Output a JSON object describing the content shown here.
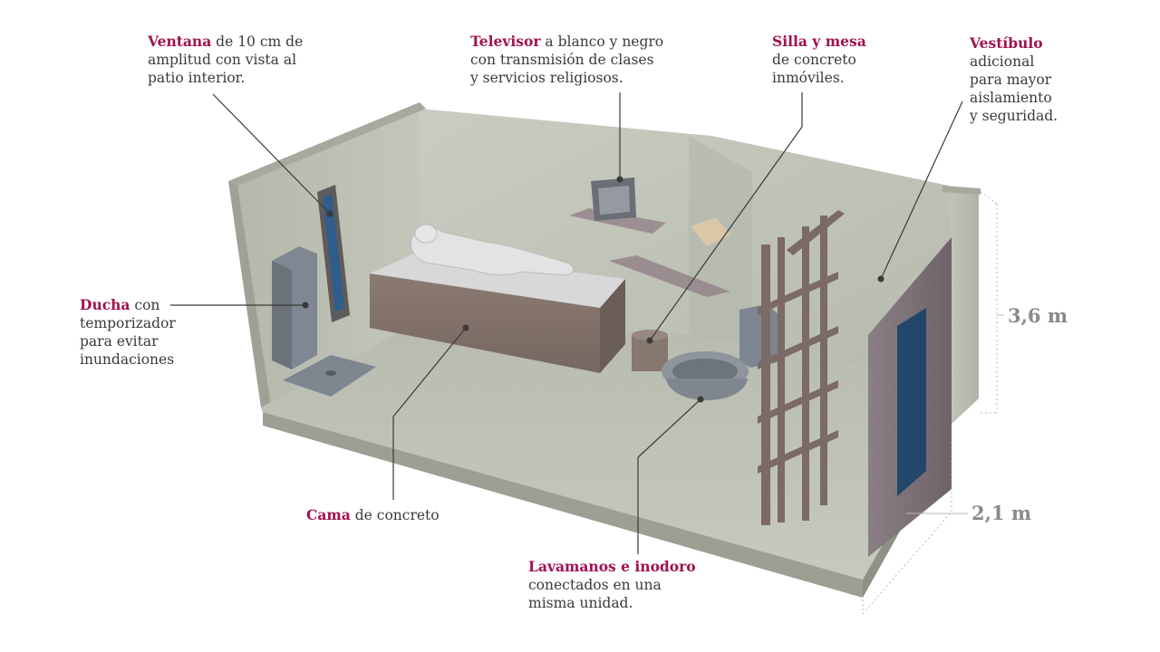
{
  "labels": {
    "ventana": {
      "highlight": "Ventana",
      "line1_rest": " de 10 cm de",
      "line2": "amplitud con vista al",
      "line3": "patio interior."
    },
    "televisor": {
      "highlight": "Televisor",
      "line1_rest": " a blanco y negro",
      "line2": "con transmisión de clases",
      "line3": "y servicios religiosos."
    },
    "silla": {
      "highlight": "Silla y mesa",
      "line2": "de concreto",
      "line3": "inmóviles."
    },
    "vestibulo": {
      "highlight": "Vestíbulo",
      "line2": "adicional",
      "line3": "para mayor",
      "line4": "aislamiento",
      "line5": "y seguridad."
    },
    "ducha": {
      "highlight": "Ducha",
      "line1_rest": " con",
      "line2": "temporizador",
      "line3": "para evitar",
      "line4": "inundaciones"
    },
    "cama": {
      "highlight": "Cama",
      "line1_rest": " de concreto"
    },
    "lavamanos": {
      "highlight": "Lavamanos e inodoro",
      "line2": "conectados en una",
      "line3": "misma unidad."
    }
  },
  "dimensions": {
    "height": "3,6 m",
    "width": "2,1 m"
  },
  "colors": {
    "highlight": "#a0124e",
    "text": "#3a3a3a",
    "dimension": "#8a8a8a"
  }
}
